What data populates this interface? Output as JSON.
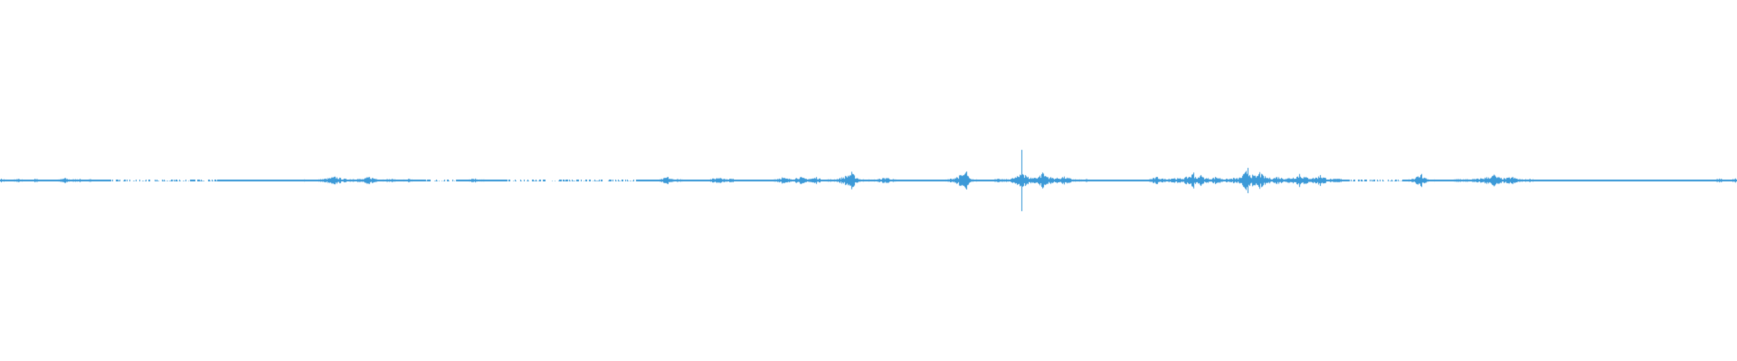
{
  "waveform": {
    "color": "#3d9ad8",
    "background": "#ffffff",
    "peaks": [
      [
        0.0,
        0.012
      ],
      [
        0.01,
        0.01
      ],
      [
        0.02,
        0.01
      ],
      [
        0.03,
        0.008
      ],
      [
        0.037,
        0.016
      ],
      [
        0.045,
        0.012
      ],
      [
        0.052,
        0.008
      ],
      [
        0.06,
        0.004
      ],
      [
        0.078,
        0.018
      ],
      [
        0.09,
        0.004
      ],
      [
        0.11,
        0.004
      ],
      [
        0.127,
        0.004
      ],
      [
        0.14,
        0.004
      ],
      [
        0.16,
        0.004
      ],
      [
        0.175,
        0.006
      ],
      [
        0.193,
        0.024
      ],
      [
        0.205,
        0.014
      ],
      [
        0.212,
        0.024
      ],
      [
        0.225,
        0.01
      ],
      [
        0.235,
        0.01
      ],
      [
        0.244,
        0.004
      ],
      [
        0.263,
        0.004
      ],
      [
        0.272,
        0.014
      ],
      [
        0.29,
        0.004
      ],
      [
        0.31,
        0.004
      ],
      [
        0.33,
        0.004
      ],
      [
        0.345,
        0.004
      ],
      [
        0.369,
        0.006
      ],
      [
        0.376,
        0.004
      ],
      [
        0.384,
        0.024
      ],
      [
        0.39,
        0.01
      ],
      [
        0.4,
        0.004
      ],
      [
        0.415,
        0.024
      ],
      [
        0.42,
        0.012
      ],
      [
        0.438,
        0.004
      ],
      [
        0.45,
        0.02
      ],
      [
        0.46,
        0.024
      ],
      [
        0.47,
        0.022
      ],
      [
        0.476,
        0.008
      ],
      [
        0.49,
        0.048
      ],
      [
        0.498,
        0.008
      ],
      [
        0.51,
        0.02
      ],
      [
        0.52,
        0.006
      ],
      [
        0.54,
        0.004
      ],
      [
        0.556,
        0.05
      ],
      [
        0.56,
        0.008
      ],
      [
        0.575,
        0.01
      ],
      [
        0.587,
        0.032
      ],
      [
        0.588,
        0.17
      ],
      [
        0.59,
        0.03
      ],
      [
        0.6,
        0.044
      ],
      [
        0.612,
        0.024
      ],
      [
        0.625,
        0.008
      ],
      [
        0.64,
        0.004
      ],
      [
        0.655,
        0.004
      ],
      [
        0.666,
        0.022
      ],
      [
        0.675,
        0.018
      ],
      [
        0.687,
        0.044
      ],
      [
        0.691,
        0.03
      ],
      [
        0.7,
        0.024
      ],
      [
        0.71,
        0.016
      ],
      [
        0.718,
        0.07
      ],
      [
        0.725,
        0.046
      ],
      [
        0.735,
        0.024
      ],
      [
        0.748,
        0.036
      ],
      [
        0.76,
        0.03
      ],
      [
        0.77,
        0.012
      ],
      [
        0.785,
        0.004
      ],
      [
        0.8,
        0.004
      ],
      [
        0.806,
        0.004
      ],
      [
        0.818,
        0.036
      ],
      [
        0.825,
        0.006
      ],
      [
        0.84,
        0.01
      ],
      [
        0.86,
        0.032
      ],
      [
        0.87,
        0.024
      ],
      [
        0.88,
        0.01
      ],
      [
        0.895,
        0.004
      ],
      [
        0.915,
        0.004
      ],
      [
        0.935,
        0.004
      ],
      [
        0.95,
        0.004
      ],
      [
        0.965,
        0.006
      ],
      [
        0.98,
        0.004
      ],
      [
        0.99,
        0.012
      ],
      [
        0.999,
        0.012
      ]
    ]
  }
}
